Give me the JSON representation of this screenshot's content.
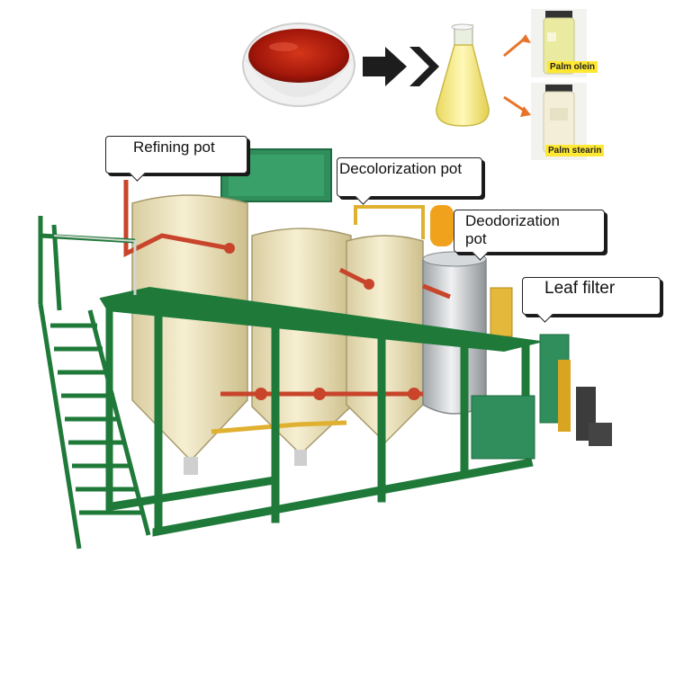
{
  "callouts": {
    "refining": "Refining pot",
    "decolorization": "Decolorization pot",
    "deodorization": "Deodorization pot",
    "leaf_filter": "Leaf filter"
  },
  "products": {
    "olein": "Palm olein",
    "stearin": "Palm stearin"
  },
  "colors": {
    "frame_green": "#1f7a3a",
    "tank_cream": "#efe6c2",
    "crude_oil": "#b01a0a",
    "refined_oil": "#f2e27a",
    "pipe_red": "#c8442b",
    "arrow_orange": "#e8742a"
  },
  "icons": [
    "bowl-of-crude-oil",
    "double-arrow-icon",
    "flask-of-refined-oil",
    "bottle-palm-olein",
    "bottle-palm-stearin"
  ]
}
